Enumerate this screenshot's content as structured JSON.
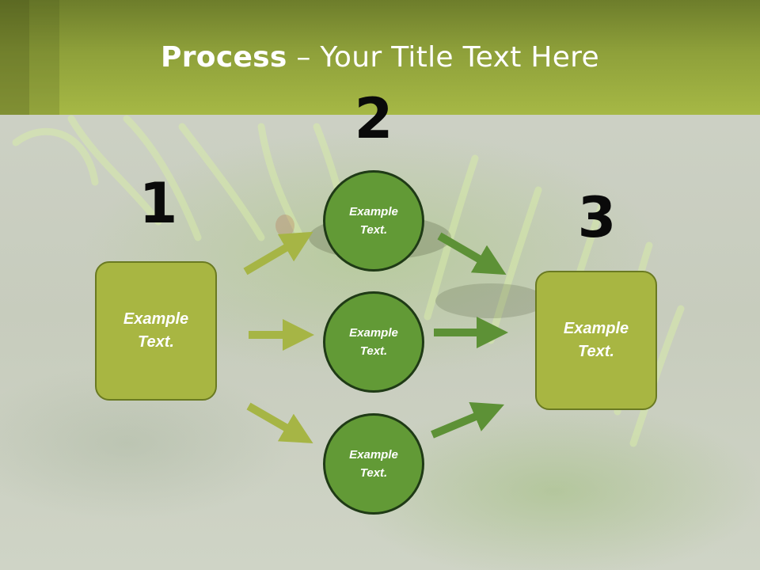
{
  "title": {
    "bold": "Process",
    "rest": " – Your Title Text Here"
  },
  "steps": {
    "one": "1",
    "two": "2",
    "three": "3"
  },
  "left_box": {
    "text": "Example\nText."
  },
  "circles": [
    {
      "text": "Example\nText."
    },
    {
      "text": "Example\nText."
    },
    {
      "text": "Example\nText."
    }
  ],
  "right_box": {
    "text": "Example\nText."
  },
  "colors": {
    "header": "#a6b845",
    "box_fill": "#a8b642",
    "circle_fill": "#629a36",
    "arrow_light": "#a6b545",
    "arrow_dark": "#5d9136"
  }
}
